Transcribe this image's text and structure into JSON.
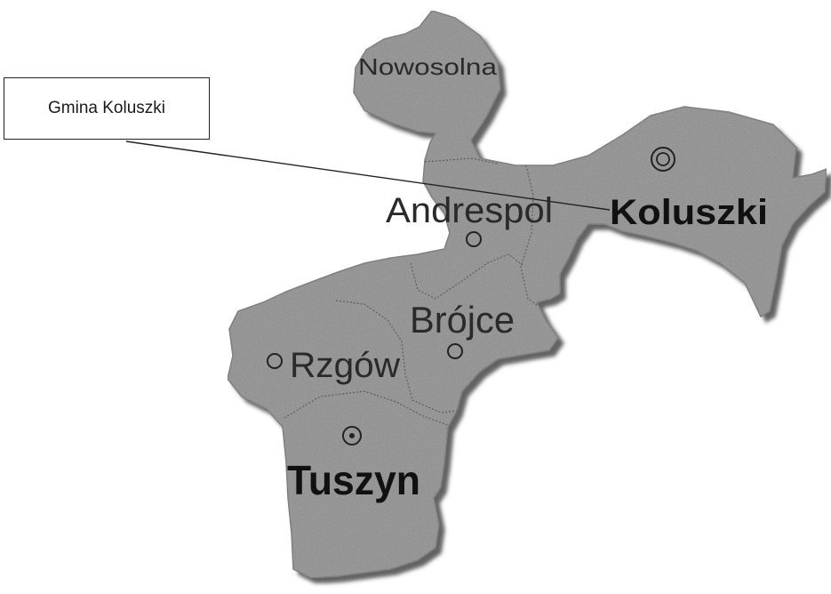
{
  "callout": {
    "label": "Gmina Koluszki"
  },
  "towns": {
    "nowosolna": "Nowosolna",
    "andrespol": "Andrespol",
    "koluszki": "Koluszki",
    "brojce": "Brójce",
    "rzgow": "Rzgów",
    "tuszyn": "Tuszyn"
  },
  "colors": {
    "region_fill": "#8a8a8a",
    "region_shadow": "#5c5c5c",
    "border": "#6b6b6b",
    "background": "#ffffff"
  },
  "icons": {
    "town_marker": "circle-marker-icon",
    "seat_marker": "double-circle-marker-icon",
    "city_marker": "dotted-circle-marker-icon"
  }
}
